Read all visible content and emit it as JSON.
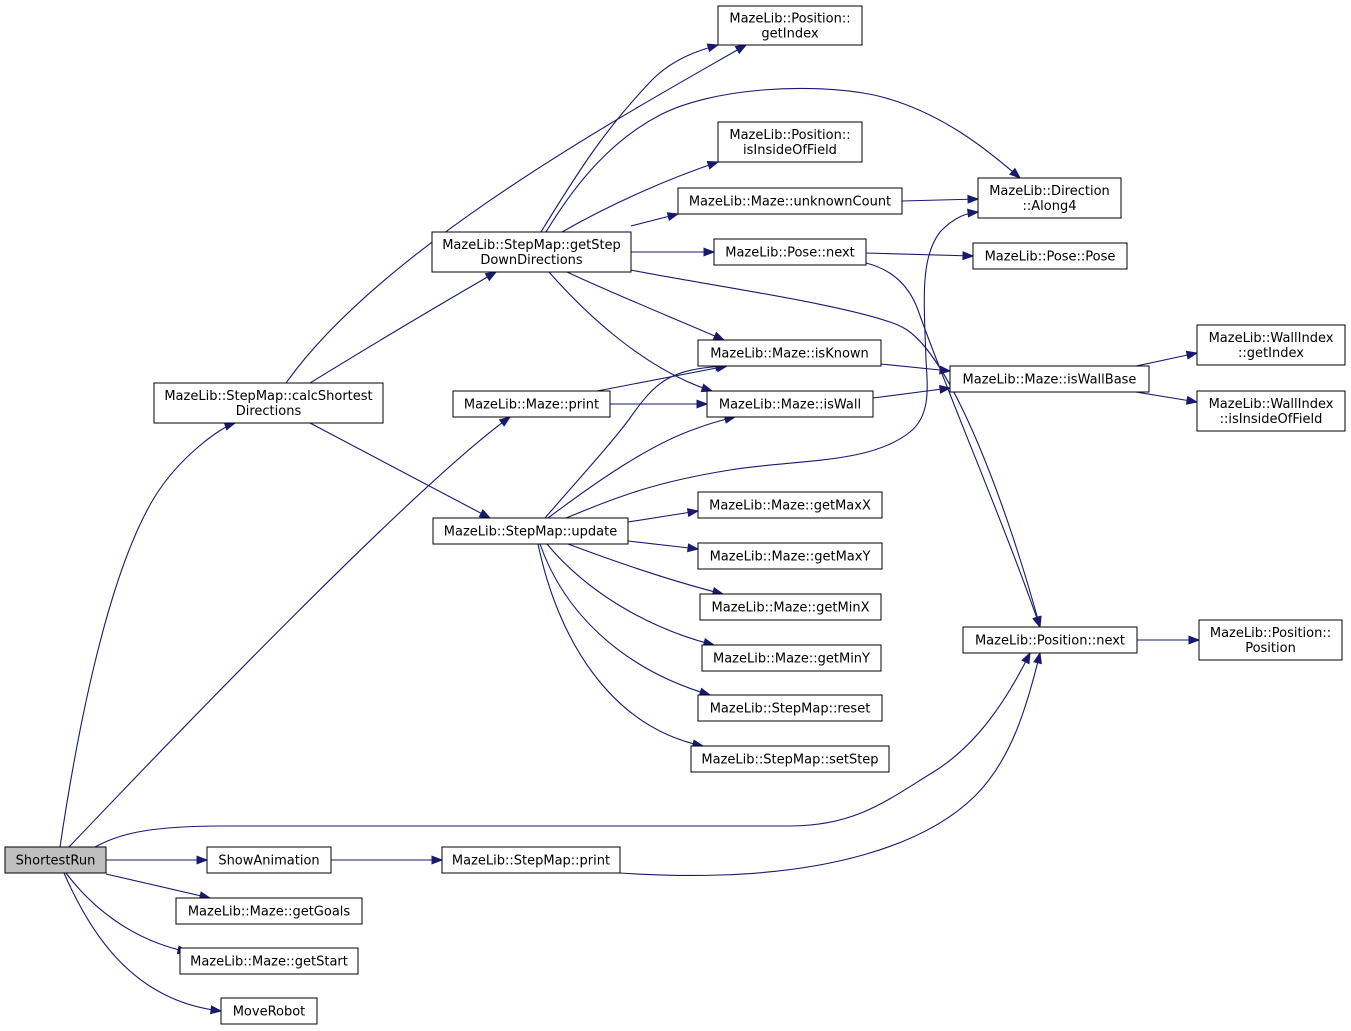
{
  "nodes": [
    {
      "id": "shortest_run",
      "lines": [
        "ShortestRun"
      ],
      "root": true
    },
    {
      "id": "calc_shortest",
      "lines": [
        "MazeLib::StepMap::calcShortest",
        "Directions"
      ]
    },
    {
      "id": "maze_print",
      "lines": [
        "MazeLib::Maze::print"
      ]
    },
    {
      "id": "position_next",
      "lines": [
        "MazeLib::Position::next"
      ]
    },
    {
      "id": "show_animation",
      "lines": [
        "ShowAnimation"
      ]
    },
    {
      "id": "get_goals",
      "lines": [
        "MazeLib::Maze::getGoals"
      ]
    },
    {
      "id": "get_start",
      "lines": [
        "MazeLib::Maze::getStart"
      ]
    },
    {
      "id": "move_robot",
      "lines": [
        "MoveRobot"
      ]
    },
    {
      "id": "position_getindex",
      "lines": [
        "MazeLib::Position::",
        "getIndex"
      ]
    },
    {
      "id": "getstep_down",
      "lines": [
        "MazeLib::StepMap::getStep",
        "DownDirections"
      ]
    },
    {
      "id": "stepmap_update",
      "lines": [
        "MazeLib::StepMap::update"
      ]
    },
    {
      "id": "direction_along4",
      "lines": [
        "MazeLib::Direction",
        "::Along4"
      ]
    },
    {
      "id": "position_isinside",
      "lines": [
        "MazeLib::Position::",
        "isInsideOfField"
      ]
    },
    {
      "id": "maze_unknowncount",
      "lines": [
        "MazeLib::Maze::unknownCount"
      ]
    },
    {
      "id": "pose_next",
      "lines": [
        "MazeLib::Pose::next"
      ]
    },
    {
      "id": "maze_isknown",
      "lines": [
        "MazeLib::Maze::isKnown"
      ]
    },
    {
      "id": "maze_iswall",
      "lines": [
        "MazeLib::Maze::isWall"
      ]
    },
    {
      "id": "pose_pose",
      "lines": [
        "MazeLib::Pose::Pose"
      ]
    },
    {
      "id": "maze_iswallbase",
      "lines": [
        "MazeLib::Maze::isWallBase"
      ]
    },
    {
      "id": "wallindex_getindex",
      "lines": [
        "MazeLib::WallIndex",
        "::getIndex"
      ]
    },
    {
      "id": "wallindex_isinside",
      "lines": [
        "MazeLib::WallIndex",
        "::isInsideOfField"
      ]
    },
    {
      "id": "maze_getmaxx",
      "lines": [
        "MazeLib::Maze::getMaxX"
      ]
    },
    {
      "id": "maze_getmaxy",
      "lines": [
        "MazeLib::Maze::getMaxY"
      ]
    },
    {
      "id": "maze_getminx",
      "lines": [
        "MazeLib::Maze::getMinX"
      ]
    },
    {
      "id": "maze_getminy",
      "lines": [
        "MazeLib::Maze::getMinY"
      ]
    },
    {
      "id": "stepmap_reset",
      "lines": [
        "MazeLib::StepMap::reset"
      ]
    },
    {
      "id": "stepmap_setstep",
      "lines": [
        "MazeLib::StepMap::setStep"
      ]
    },
    {
      "id": "position_position",
      "lines": [
        "MazeLib::Position::",
        "Position"
      ]
    },
    {
      "id": "stepmap_print",
      "lines": [
        "MazeLib::StepMap::print"
      ]
    }
  ],
  "edges": [
    {
      "from": "shortest_run",
      "to": "calc_shortest"
    },
    {
      "from": "shortest_run",
      "to": "maze_print"
    },
    {
      "from": "shortest_run",
      "to": "position_next"
    },
    {
      "from": "shortest_run",
      "to": "show_animation"
    },
    {
      "from": "shortest_run",
      "to": "get_goals"
    },
    {
      "from": "shortest_run",
      "to": "get_start"
    },
    {
      "from": "shortest_run",
      "to": "move_robot"
    },
    {
      "from": "calc_shortest",
      "to": "position_getindex"
    },
    {
      "from": "calc_shortest",
      "to": "getstep_down"
    },
    {
      "from": "calc_shortest",
      "to": "stepmap_update"
    },
    {
      "from": "getstep_down",
      "to": "position_getindex"
    },
    {
      "from": "getstep_down",
      "to": "direction_along4"
    },
    {
      "from": "getstep_down",
      "to": "position_isinside"
    },
    {
      "from": "getstep_down",
      "to": "maze_unknowncount"
    },
    {
      "from": "getstep_down",
      "to": "pose_next"
    },
    {
      "from": "getstep_down",
      "to": "maze_isknown"
    },
    {
      "from": "getstep_down",
      "to": "maze_iswall"
    },
    {
      "from": "getstep_down",
      "to": "position_next"
    },
    {
      "from": "maze_unknowncount",
      "to": "direction_along4"
    },
    {
      "from": "pose_next",
      "to": "pose_pose"
    },
    {
      "from": "pose_next",
      "to": "position_next"
    },
    {
      "from": "maze_print",
      "to": "maze_isknown"
    },
    {
      "from": "maze_print",
      "to": "maze_iswall"
    },
    {
      "from": "maze_isknown",
      "to": "maze_iswallbase"
    },
    {
      "from": "maze_iswall",
      "to": "maze_iswallbase"
    },
    {
      "from": "maze_iswallbase",
      "to": "wallindex_getindex"
    },
    {
      "from": "maze_iswallbase",
      "to": "wallindex_isinside"
    },
    {
      "from": "stepmap_update",
      "to": "maze_isknown"
    },
    {
      "from": "stepmap_update",
      "to": "maze_iswall"
    },
    {
      "from": "stepmap_update",
      "to": "direction_along4"
    },
    {
      "from": "stepmap_update",
      "to": "maze_getmaxx"
    },
    {
      "from": "stepmap_update",
      "to": "maze_getmaxy"
    },
    {
      "from": "stepmap_update",
      "to": "maze_getminx"
    },
    {
      "from": "stepmap_update",
      "to": "maze_getminy"
    },
    {
      "from": "stepmap_update",
      "to": "stepmap_reset"
    },
    {
      "from": "stepmap_update",
      "to": "stepmap_setstep"
    },
    {
      "from": "position_next",
      "to": "position_position"
    },
    {
      "from": "show_animation",
      "to": "stepmap_print"
    },
    {
      "from": "stepmap_print",
      "to": "position_next"
    }
  ]
}
